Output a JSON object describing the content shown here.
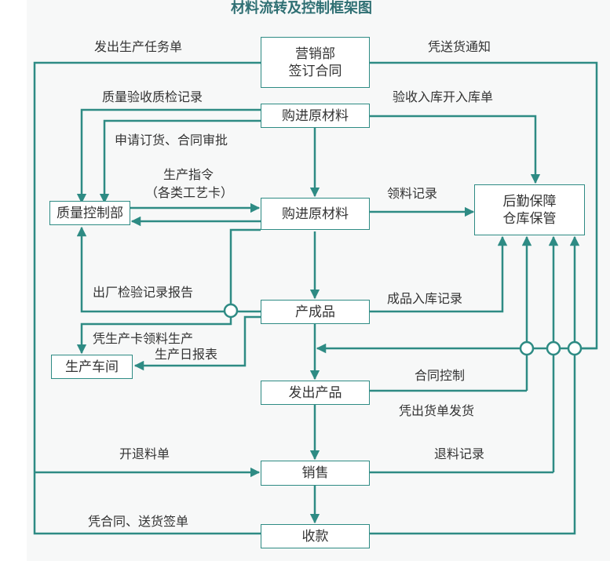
{
  "title": "材料流转及控制框架图",
  "colors": {
    "line": "#2e8b84",
    "text": "#333333",
    "title": "#2f6f73"
  },
  "nodes": {
    "marketing": {
      "line1": "营销部",
      "line2": "签订合同"
    },
    "purchase_top": "购进原材料",
    "quality": "质量控制部",
    "purchase_mid": "购进原材料",
    "logistics": {
      "line1": "后勤保障",
      "line2": "仓库保管"
    },
    "product": "产成品",
    "workshop": "生产车间",
    "ship": "发出产品",
    "sales": "销售",
    "payment": "收款"
  },
  "labels": {
    "issue_order": "发出生产任务单",
    "delivery_notice": "凭送货通知",
    "quality_record": "质量验收质检记录",
    "receipt_record": "验收入库开入库单",
    "apply_order": "申请订货、合同审批",
    "prod_instr_1": "生产指令",
    "prod_instr_2": "（各类工艺卡）",
    "material_record": "领料记录",
    "factory_inspect": "出厂检验记录报告",
    "product_in": "成品入库记录",
    "card_material": "凭生产卡领料生产",
    "daily_report": "生产日报表",
    "contract_ctrl": "合同控制",
    "ship_by_bill": "凭出货单发货",
    "return_bill": "开退料单",
    "return_record": "退料记录",
    "contract_sign": "凭合同、送货签单"
  }
}
